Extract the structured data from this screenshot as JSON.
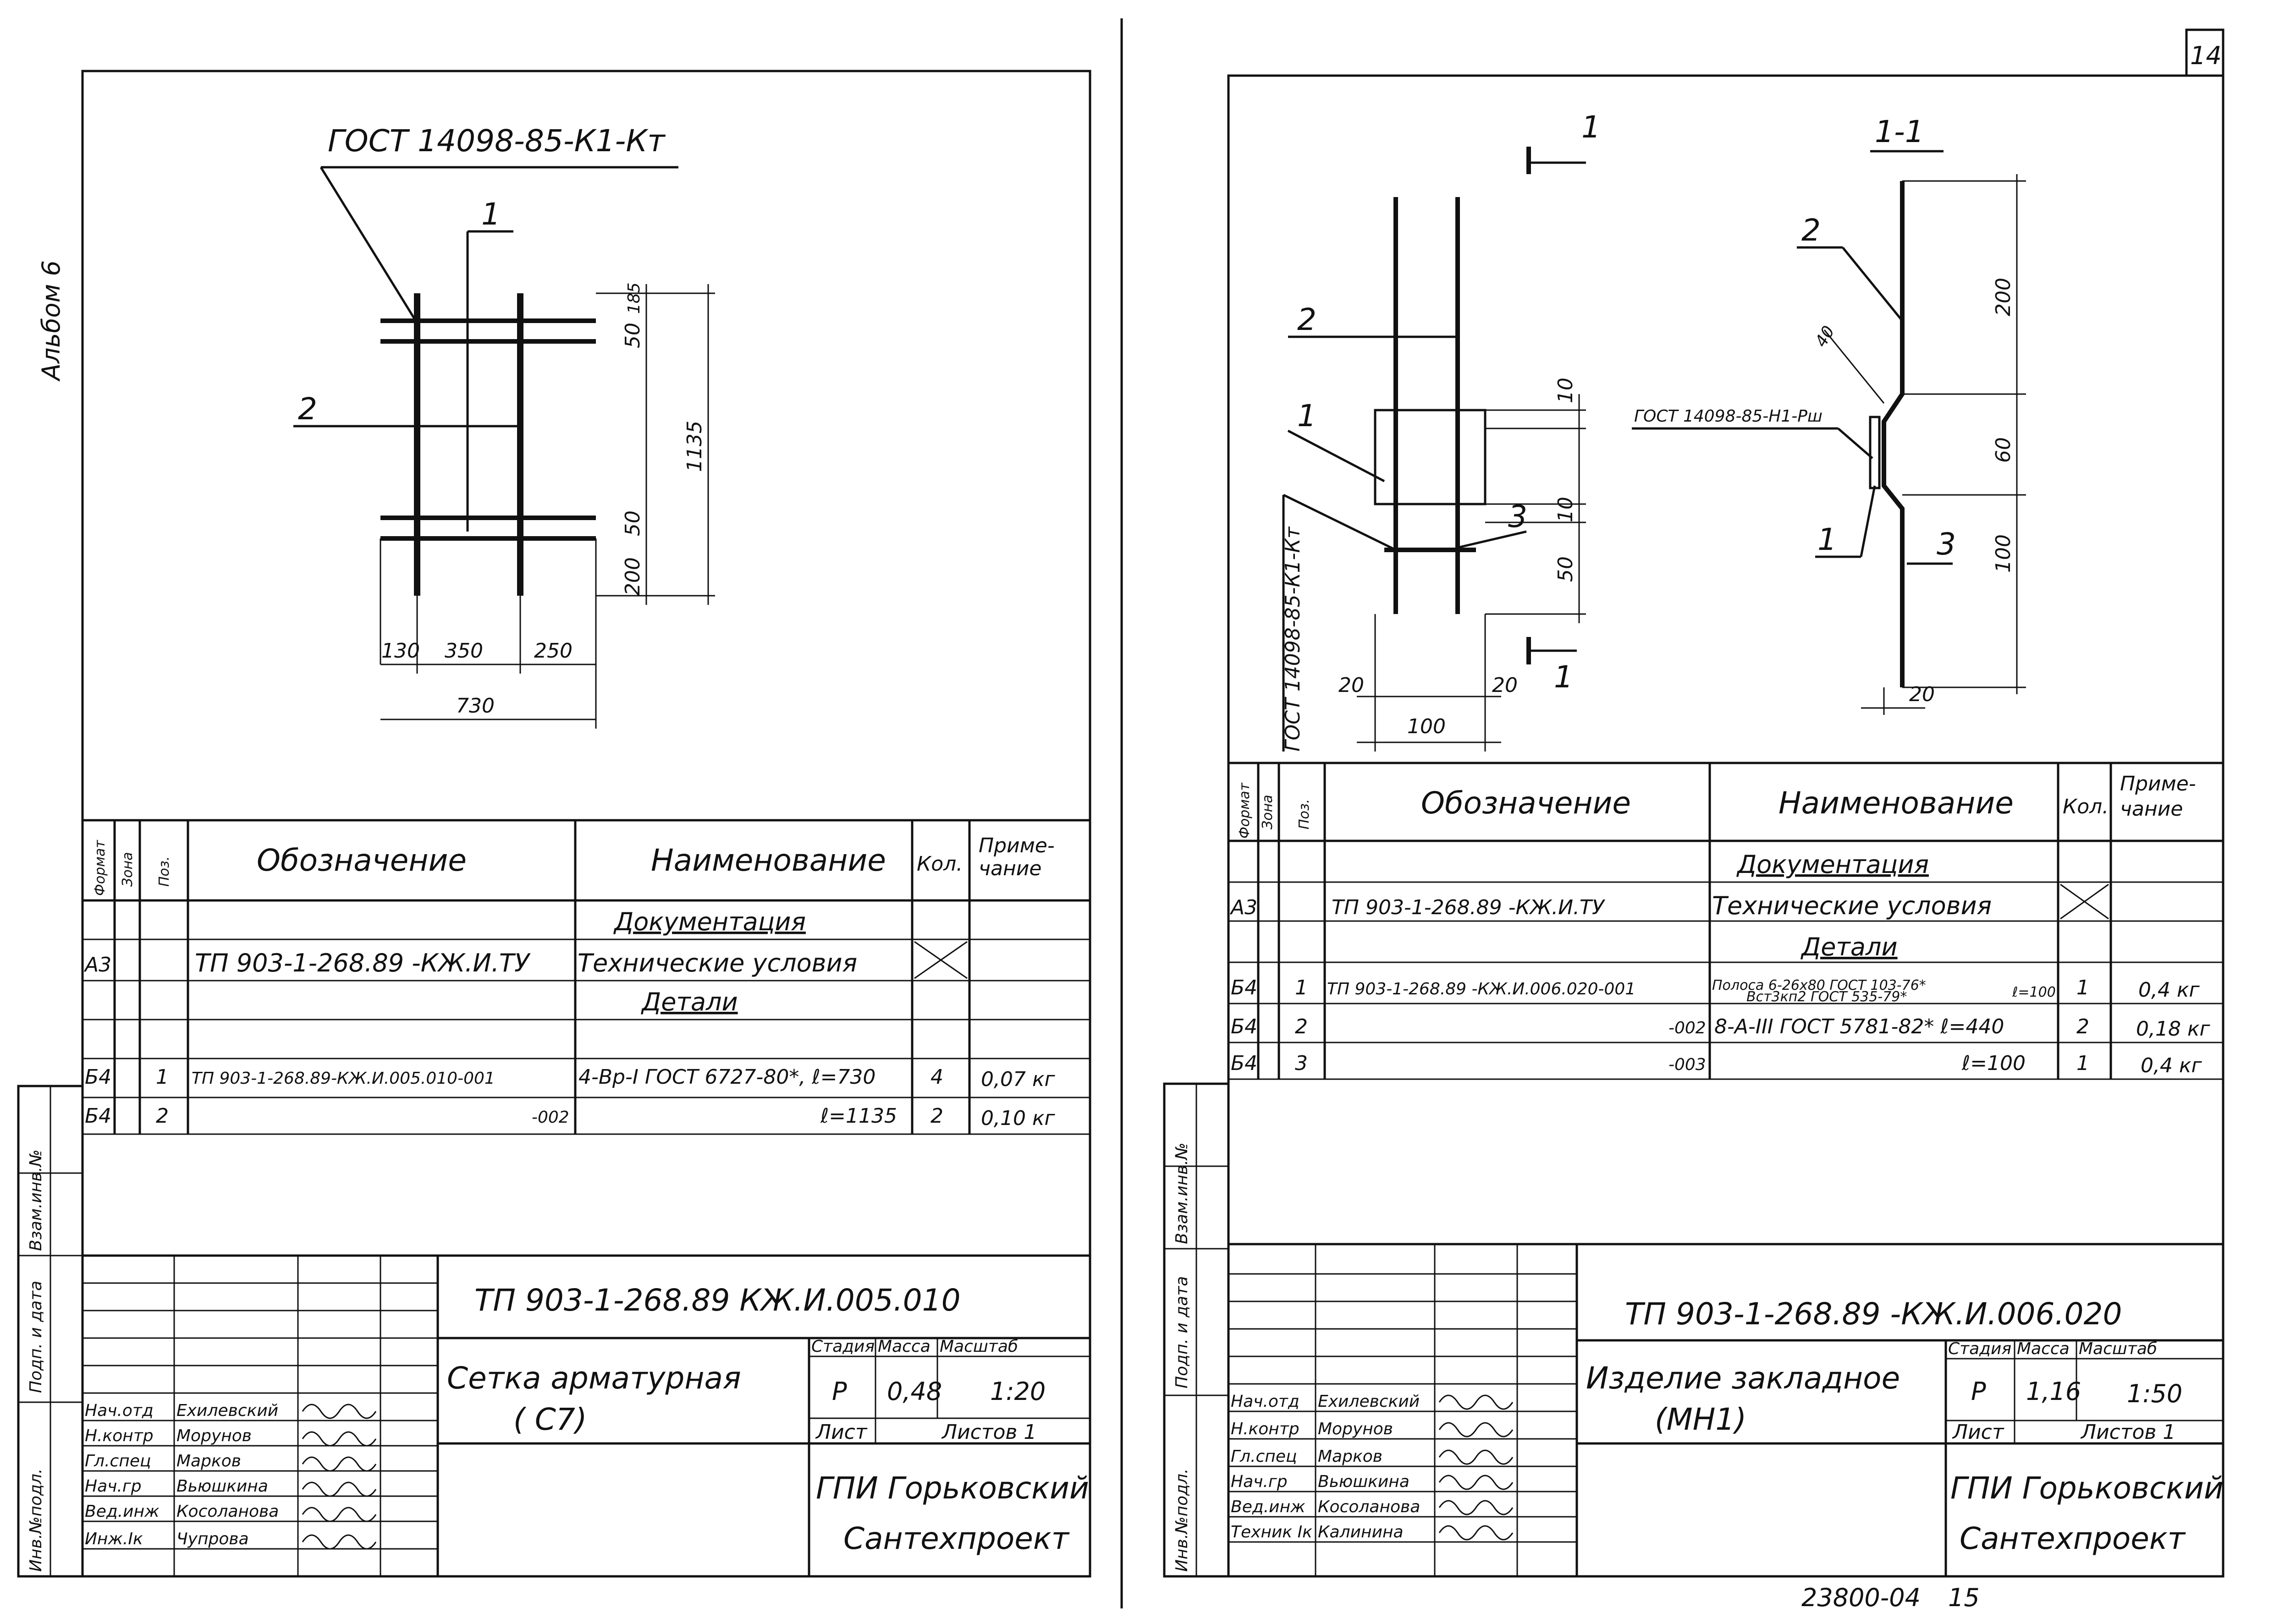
{
  "album_label": "Альбом 6",
  "page_number": "14",
  "footer_code": "23800-04",
  "footer_page": "15",
  "spec_headers": {
    "format": "Формат",
    "zone": "Зона",
    "pos": "Поз.",
    "designation": "Обозначение",
    "name": "Наименование",
    "qty": "Кол.",
    "note_line1": "Приме-",
    "note_line2": "чание"
  },
  "side_stamp": {
    "inv_orig": "Инв.№подл.",
    "sign_date": "Подп. и дата",
    "replace_inv": "Взам.инв.№"
  },
  "sheet_headers": {
    "stage": "Стадия",
    "mass": "Масса",
    "scale": "Масштаб",
    "sheet": "Лист",
    "sheets": "Листов 1",
    "org_line1": "ГПИ Горьковский",
    "org_line2": "Сантехпроект"
  },
  "left_sheet": {
    "callout_gost": "ГОСТ 14098-85-К1-Кт",
    "labels": {
      "p1": "1",
      "p2": "2"
    },
    "dims": {
      "d130": "130",
      "d350": "350",
      "d250": "250",
      "d730": "730",
      "d50a": "50",
      "d185": "185",
      "d1135": "1135",
      "d50b": "50",
      "d200": "200"
    },
    "spec": {
      "section_docs": "Документация",
      "row_a3": {
        "format": "А3",
        "designation": "ТП 903-1-268.89 -КЖ.И.ТУ",
        "name": "Технические условия"
      },
      "section_parts": "Детали",
      "row1": {
        "format": "Б4",
        "pos": "1",
        "designation": "ТП 903-1-268.89-КЖ.И.005.010-001",
        "name": "4-Вр-I ГОСТ 6727-80*, ℓ=730",
        "qty": "4",
        "note": "0,07 кг"
      },
      "row2": {
        "format": "Б4",
        "pos": "2",
        "designation": "-002",
        "name": "ℓ=1135",
        "qty": "2",
        "note": "0,10 кг"
      }
    },
    "title_block": {
      "doc_code": "ТП 903-1-268.89   КЖ.И.005.010",
      "title_line1": "Сетка арматурная",
      "title_line2": "( С7)",
      "stage": "Р",
      "mass": "0,48",
      "scale": "1:20",
      "staff": [
        {
          "role": "Нач.отд",
          "name": "Ехилевский"
        },
        {
          "role": "Н.контр",
          "name": "Морунов"
        },
        {
          "role": "Гл.спец",
          "name": "Марков"
        },
        {
          "role": "Нач.гр",
          "name": "Вьюшкина"
        },
        {
          "role": "Вед.инж",
          "name": "Косоланова"
        },
        {
          "role": "Инж.Iк",
          "name": "Чупрова"
        }
      ]
    }
  },
  "right_sheet": {
    "section_mark": "1",
    "section_title": "1-1",
    "callout_gost_vertical": "ГОСТ 14098-85-К1-Кт",
    "callout_gost": "ГОСТ 14098-85-Н1-Рш",
    "labels": {
      "p1a": "1",
      "p2a": "2",
      "p3a": "3",
      "p1b": "1",
      "p2b": "2",
      "p3b": "3"
    },
    "dims": {
      "d10a": "10",
      "d10b": "10",
      "d50": "50",
      "d20a": "20",
      "d20b": "20",
      "d100": "100",
      "d200": "200",
      "d60": "60",
      "d100b": "100",
      "d40": "40",
      "d20c": "20"
    },
    "spec": {
      "section_docs": "Документация",
      "row_a3": {
        "format": "А3",
        "designation": "ТП 903-1-268.89   -КЖ.И.ТУ",
        "name": "Технические условия"
      },
      "section_parts": "Детали",
      "row1": {
        "format": "Б4",
        "pos": "1",
        "designation": "ТП 903-1-268.89 -КЖ.И.006.020-001",
        "name_a": "Полоса 6-26х80 ГОСТ 103-76*",
        "name_b": "Вст3кп2 ГОСТ 535-79*",
        "name_c": "ℓ=100",
        "qty": "1",
        "note": "0,4 кг"
      },
      "row2": {
        "format": "Б4",
        "pos": "2",
        "designation": "-002",
        "name": "8-А-III ГОСТ 5781-82* ℓ=440",
        "qty": "2",
        "note": "0,18 кг"
      },
      "row3": {
        "format": "Б4",
        "pos": "3",
        "designation": "-003",
        "name": "ℓ=100",
        "qty": "1",
        "note": "0,4 кг"
      }
    },
    "title_block": {
      "doc_code": "ТП 903-1-268.89    -КЖ.И.006.020",
      "title_line1": "Изделие закладное",
      "title_line2": "(МН1)",
      "stage": "Р",
      "mass": "1,16",
      "scale": "1:50",
      "staff": [
        {
          "role": "Нач.отд",
          "name": "Ехилевский"
        },
        {
          "role": "Н.контр",
          "name": "Морунов"
        },
        {
          "role": "Гл.спец",
          "name": "Марков"
        },
        {
          "role": "Нач.гр",
          "name": "Вьюшкина"
        },
        {
          "role": "Вед.инж",
          "name": "Косоланова"
        },
        {
          "role": "Техник Iк",
          "name": "Калинина"
        }
      ]
    }
  }
}
